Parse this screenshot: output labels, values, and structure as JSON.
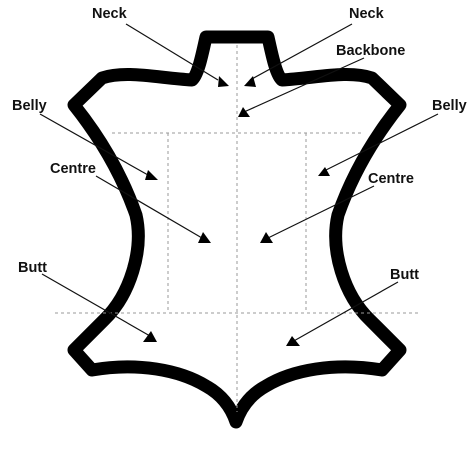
{
  "diagram": {
    "labels": {
      "neck_left": "Neck",
      "neck_right": "Neck",
      "backbone": "Backbone",
      "belly_left": "Belly",
      "belly_right": "Belly",
      "centre_left": "Centre",
      "centre_right": "Centre",
      "butt_left": "Butt",
      "butt_right": "Butt"
    },
    "colors": {
      "outline": "#000000",
      "guide_lines": "#9a9a9a",
      "text": "#111111"
    }
  }
}
